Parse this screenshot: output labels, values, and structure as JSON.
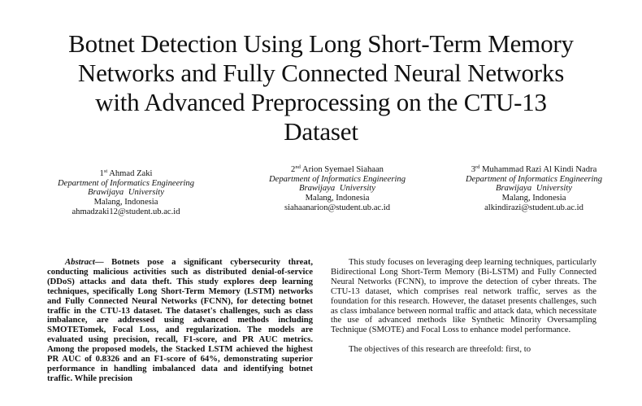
{
  "paper": {
    "title_lines": [
      "Botnet Detection Using Long Short-Term Memory",
      "Networks and Fully Connected Neural Networks",
      "with Advanced Preprocessing on the CTU-13",
      "Dataset"
    ],
    "authors": [
      {
        "ordinal_num": "1",
        "ordinal_suffix": "st",
        "name": "Ahmad Zaki",
        "department": "Department of Informatics Engineering",
        "university": "Brawijaya University",
        "location": "Malang, Indonesia",
        "email": "ahmadzaki12@student.ub.ac.id"
      },
      {
        "ordinal_num": "2",
        "ordinal_suffix": "nd",
        "name": "Arion Syemael Siahaan",
        "department": "Department of Informatics Engineering",
        "university": "Brawijaya University",
        "location": "Malang, Indonesia",
        "email": "siahaanarion@student.ub.ac.id"
      },
      {
        "ordinal_num": "3",
        "ordinal_suffix": "rd",
        "name": "Muhammad Razi Al Kindi Nadra",
        "department": "Department of Informatics Engineering",
        "university": "Brawijaya University",
        "location": "Malang, Indonesia",
        "email": "alkindirazi@student.ub.ac.id"
      }
    ],
    "abstract": {
      "label": "Abstract",
      "dash": "— ",
      "text": "Botnets pose a significant cybersecurity threat, conducting malicious activities such as distributed denial-of-service (DDoS) attacks and data theft. This study explores deep learning techniques, specifically Long Short-Term Memory (LSTM) networks and Fully Connected Neural Networks (FCNN), for detecting botnet traffic in the CTU-13 dataset. The dataset's challenges, such as class imbalance, are addressed using advanced methods including SMOTETomek, Focal Loss, and regularization. The models are evaluated using precision, recall, F1-score, and PR AUC metrics. Among the proposed models, the Stacked LSTM achieved the highest PR AUC of 0.8326 and an F1-score of 64%, demonstrating superior performance in handling imbalanced data and identifying botnet traffic. While precision"
    },
    "body_paragraphs": [
      "This study focuses on leveraging deep learning techniques, particularly Bidirectional Long Short-Term Memory (Bi-LSTM) and Fully Connected Neural Networks (FCNN), to improve the detection of cyber threats. The CTU-13 dataset, which comprises real network traffic, serves as the foundation for this research. However, the dataset presents challenges, such as class imbalance between normal traffic and attack data, which necessitate the use of advanced methods like Synthetic Minority Oversampling Technique (SMOTE) and Focal Loss to enhance model performance.",
      "The objectives of this research are threefold: first, to"
    ]
  }
}
